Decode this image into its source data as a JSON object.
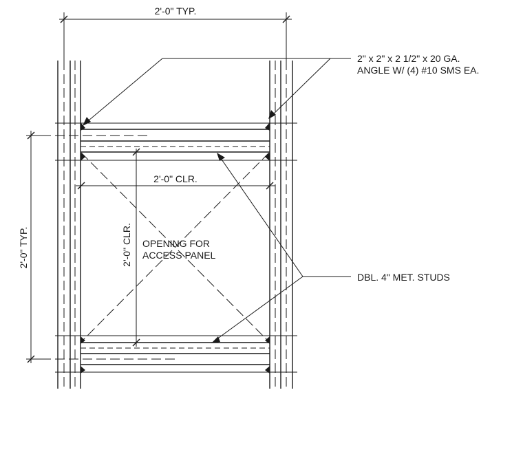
{
  "labels": {
    "top_dim": "2'-0\" TYP.",
    "angle_line1": "2\" x 2\" x 2 1/2\" x 20 GA.",
    "angle_line2": "ANGLE W/ (4) #10 SMS EA.",
    "clear_width": "2'-0\" CLR.",
    "clear_height": "2'-0\" CLR.",
    "opening_line1": "OPENING  FOR",
    "opening_line2": "ACCESS PANEL",
    "studs": "DBL. 4\" MET. STUDS",
    "left_dim": "2'-0\" TYP."
  }
}
